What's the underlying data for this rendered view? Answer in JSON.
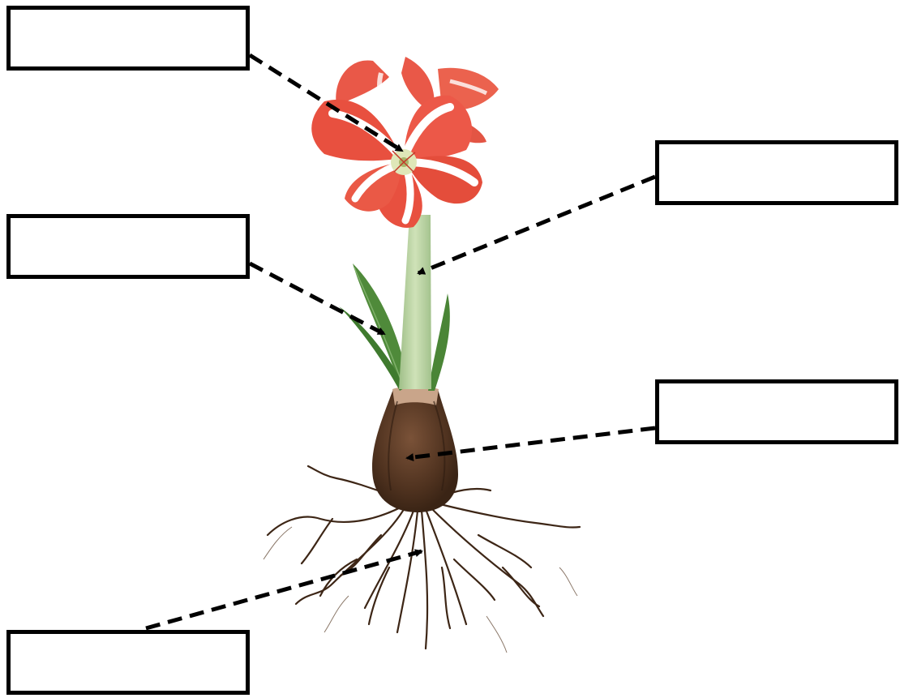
{
  "diagram": {
    "subject": "plant-parts-labelling",
    "label_boxes": [
      {
        "id": "flower",
        "text": ""
      },
      {
        "id": "leaf",
        "text": ""
      },
      {
        "id": "root",
        "text": ""
      },
      {
        "id": "stem",
        "text": ""
      },
      {
        "id": "bulb",
        "text": ""
      }
    ],
    "colors": {
      "petal": "#e8503f",
      "petal_light": "#ffffff",
      "stem": "#b9d3a1",
      "leaf": "#4f8a3a",
      "bulb": "#5a3a26",
      "roots": "#3d2616",
      "pointer": "#000000"
    }
  }
}
